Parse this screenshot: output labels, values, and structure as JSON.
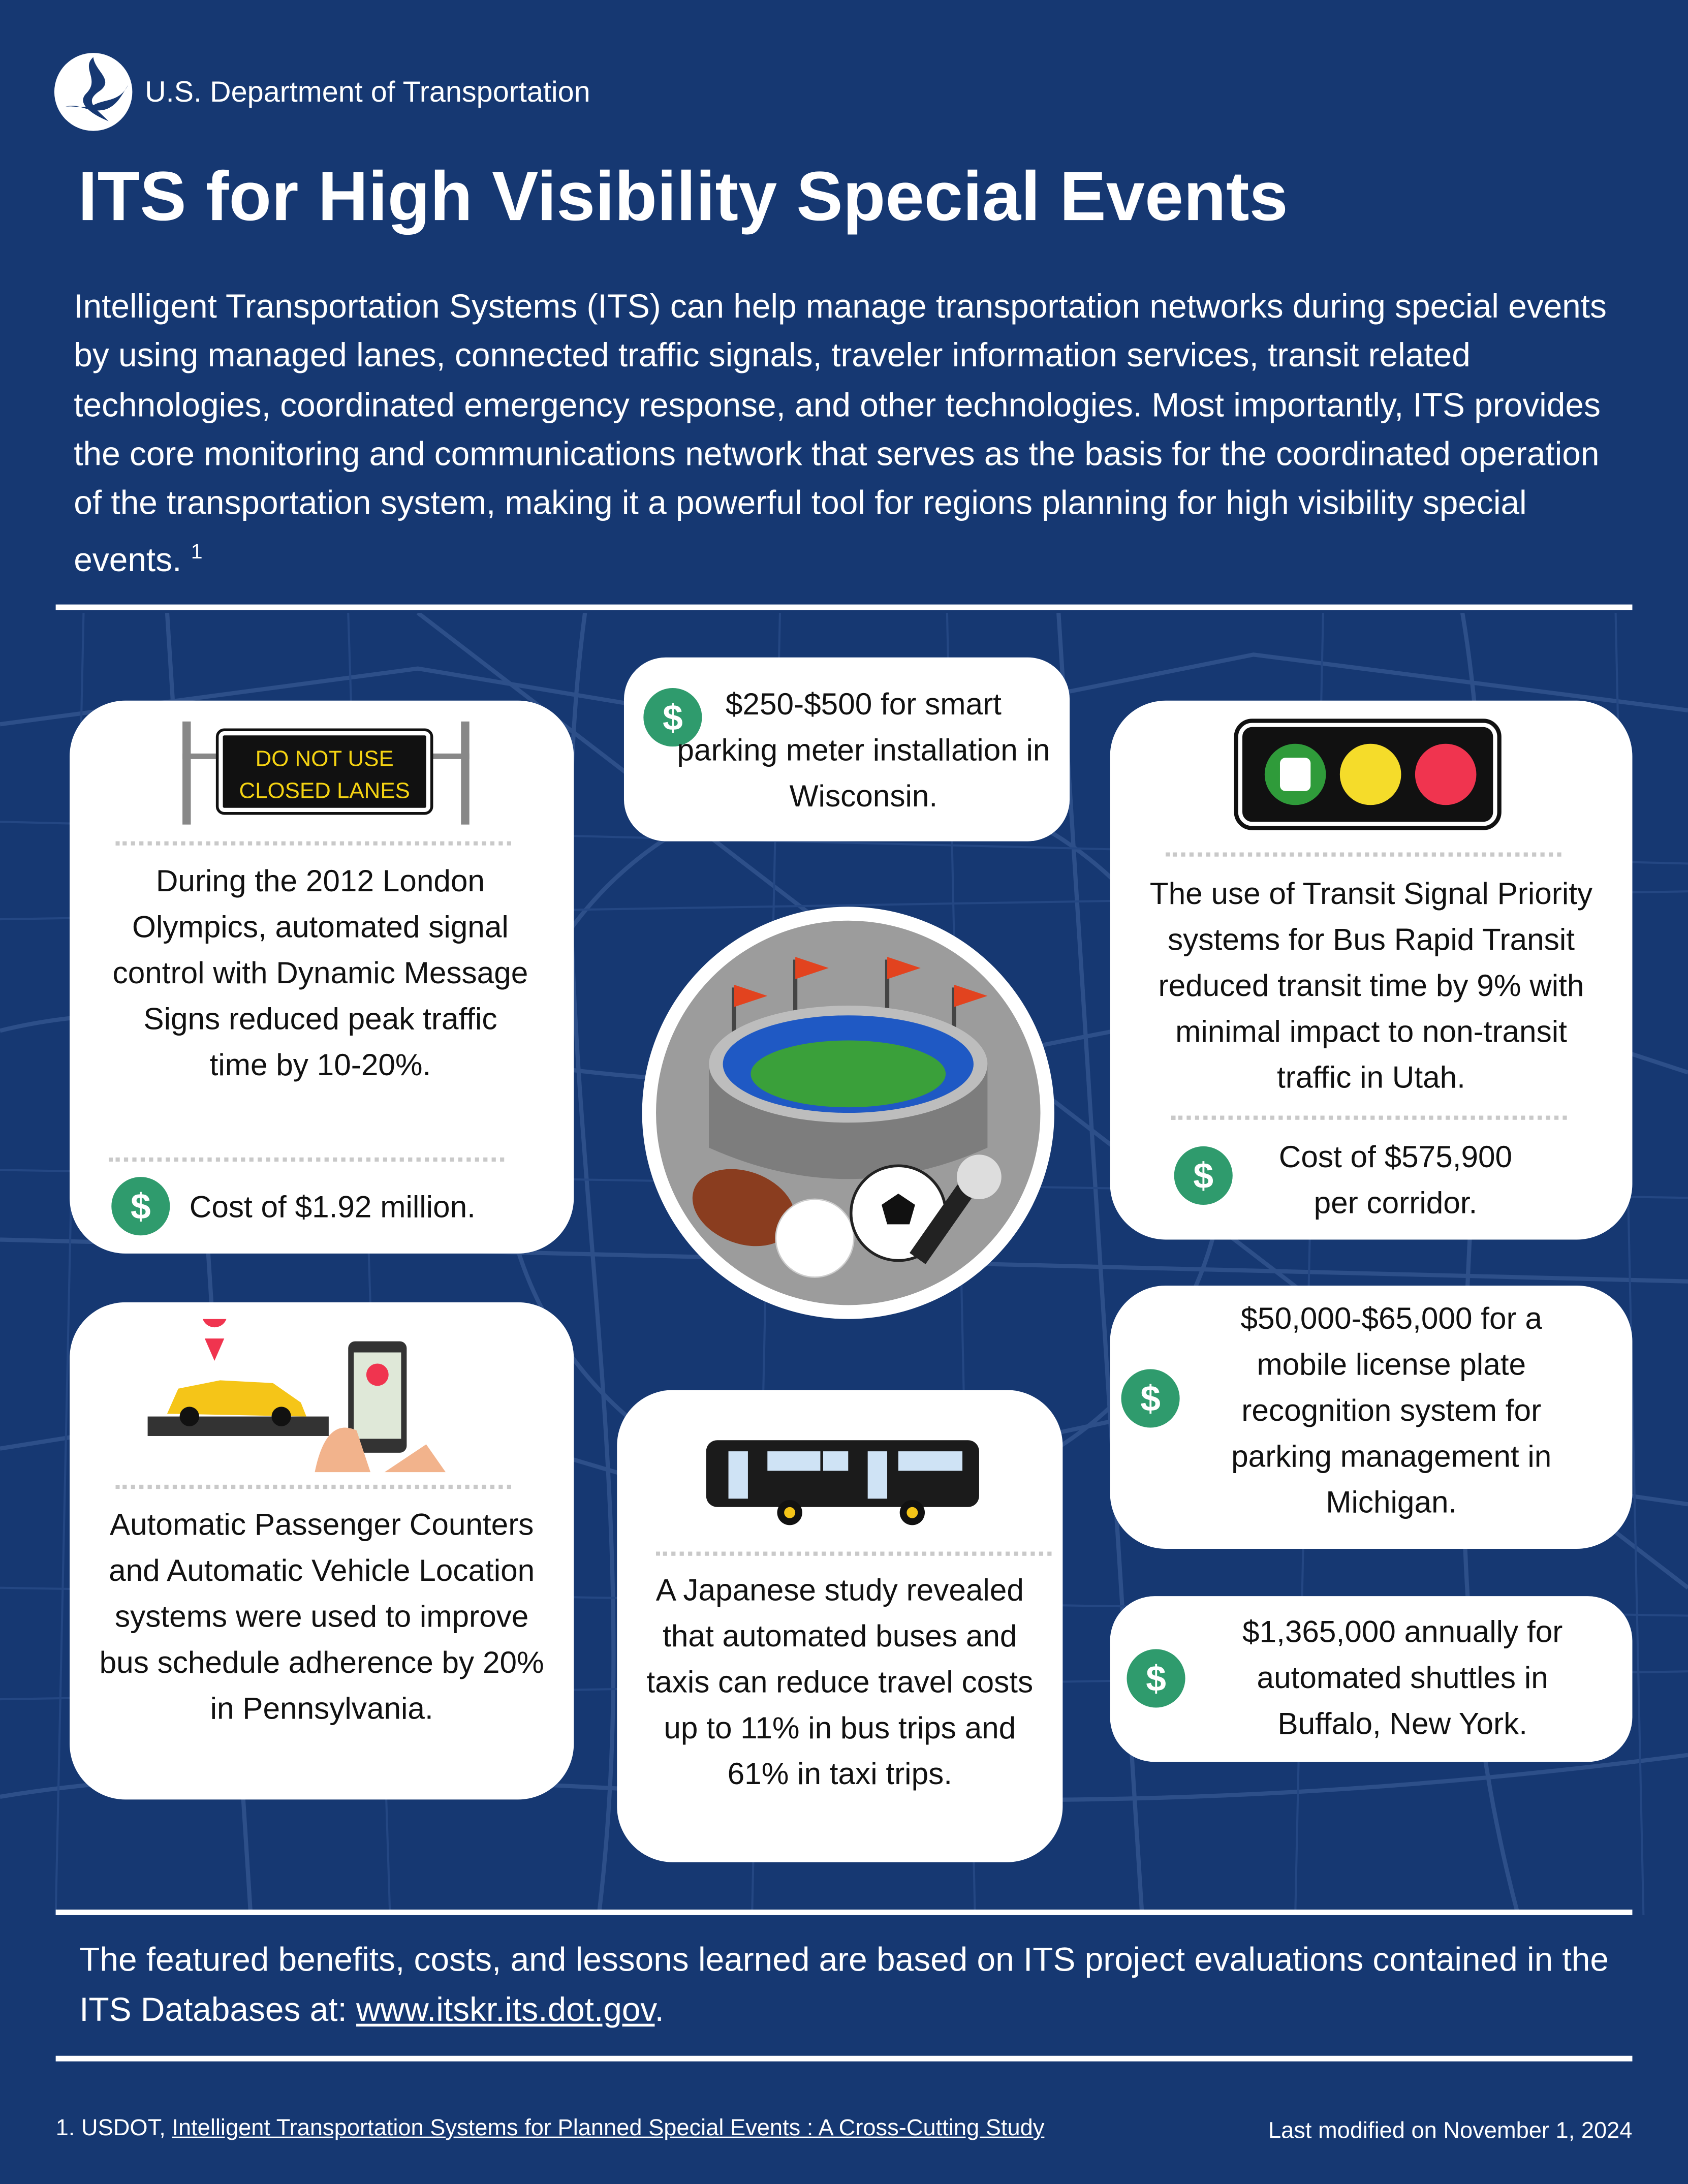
{
  "header": {
    "agency": "U.S. Department of Transportation",
    "title": "ITS for High Visibility Special Events",
    "intro": "Intelligent Transportation Systems (ITS) can help manage transportation networks during special events by using managed lanes, connected traffic signals, traveler information services, transit related technologies, coordinated emergency response, and other technologies. Most importantly, ITS provides the core monitoring and communications network that serves as the basis for the coordinated operation of the transportation system, making it a powerful tool for regions planning for high visibility special events.",
    "intro_footnote": "1"
  },
  "colors": {
    "background": "#163872",
    "card": "#ffffff",
    "dollar_badge": "#2f9b6d"
  },
  "cards": {
    "london": {
      "sign_line1": "DO NOT USE",
      "sign_line2": "CLOSED LANES",
      "text": "During the 2012 London Olympics, automated signal control with Dynamic Message Signs reduced peak traffic time by 10-20%.",
      "cost": "Cost of $1.92 million."
    },
    "parking": {
      "text": "$250-$500 for smart parking meter installation in Wisconsin."
    },
    "utah": {
      "text": "The use of Transit Signal Priority systems for Bus Rapid Transit reduced transit time by 9% with minimal impact to non-transit traffic in Utah.",
      "cost": "Cost of $575,900 per corridor."
    },
    "pennsylvania": {
      "text": "Automatic Passenger Counters and Automatic Vehicle Location systems were used to improve bus schedule adherence by 20% in Pennsylvania."
    },
    "japan": {
      "text": "A Japanese study revealed that automated buses and taxis can reduce travel costs up to 11% in bus trips and 61% in taxi trips."
    },
    "michigan": {
      "text": "$50,000-$65,000 for a mobile license plate recognition system for parking management in Michigan."
    },
    "buffalo": {
      "text": "$1,365,000 annually for automated shuttles in Buffalo, New York."
    }
  },
  "footer": {
    "note": "The featured benefits, costs, and lessons learned are based on ITS project evaluations contained in the ITS Databases at:",
    "link": "www.itskr.its.dot.gov",
    "link_end": ".",
    "ref_prefix": "1. USDOT,",
    "ref_link": "Intelligent Transportation Systems for Planned Special Events : A Cross-Cutting Study",
    "modified": "Last modified on November 1, 2024"
  },
  "icons": {
    "dollar": "$"
  }
}
